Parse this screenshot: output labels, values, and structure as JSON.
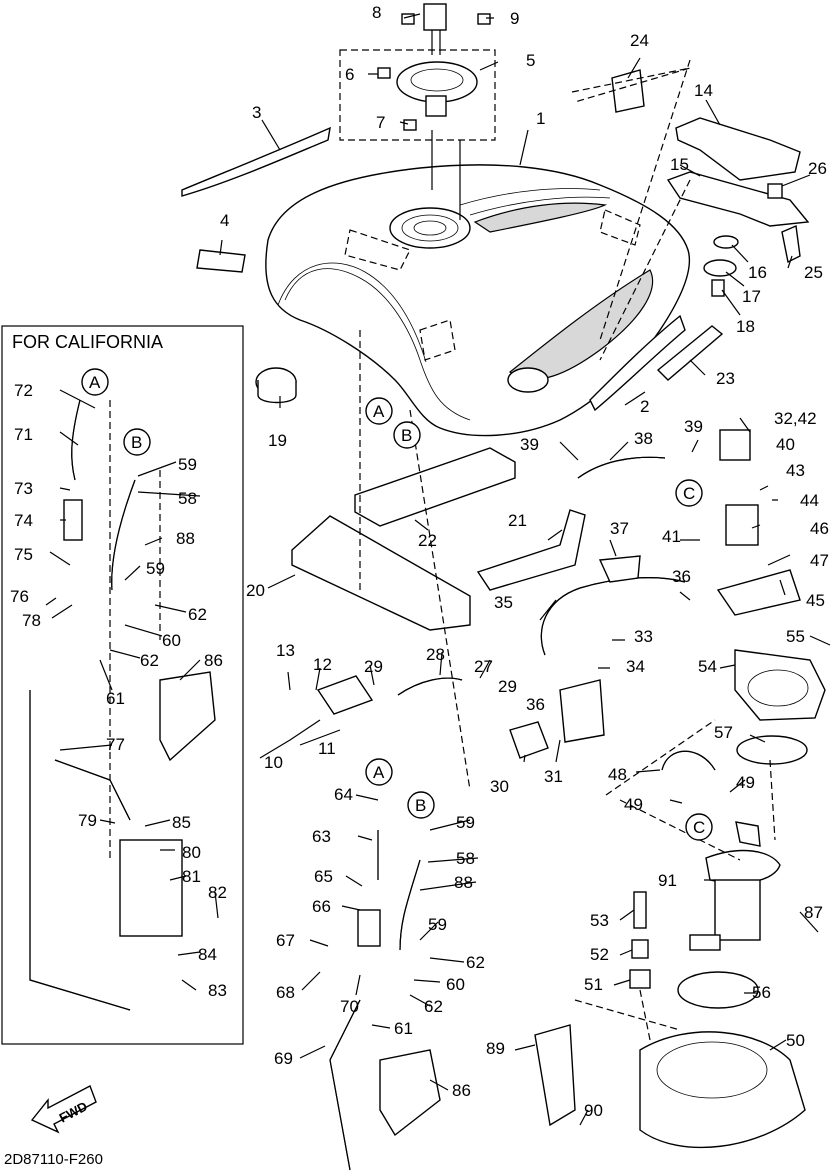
{
  "california_box": {
    "title": "FOR CALIFORNIA"
  },
  "footer": {
    "code": "2D87110-F260",
    "fwd_label": "FWD"
  },
  "circle_labels": [
    "A",
    "B",
    "A",
    "B",
    "C",
    "A",
    "B",
    "C"
  ],
  "callouts": [
    "1",
    "2",
    "3",
    "4",
    "5",
    "6",
    "7",
    "8",
    "9",
    "10",
    "11",
    "12",
    "13",
    "14",
    "15",
    "16",
    "17",
    "18",
    "19",
    "20",
    "21",
    "22",
    "23",
    "24",
    "25",
    "26",
    "27",
    "28",
    "29",
    "29",
    "30",
    "31",
    "32,42",
    "33",
    "34",
    "35",
    "36",
    "36",
    "37",
    "38",
    "39",
    "39",
    "40",
    "41",
    "43",
    "44",
    "45",
    "46",
    "47",
    "48",
    "49",
    "49",
    "50",
    "51",
    "52",
    "53",
    "54",
    "55",
    "56",
    "57",
    "58",
    "58",
    "59",
    "59",
    "59",
    "59",
    "60",
    "60",
    "61",
    "61",
    "62",
    "62",
    "62",
    "62",
    "63",
    "64",
    "65",
    "66",
    "67",
    "68",
    "69",
    "70",
    "71",
    "72",
    "73",
    "74",
    "75",
    "76",
    "77",
    "78",
    "79",
    "80",
    "81",
    "82",
    "83",
    "84",
    "85",
    "86",
    "86",
    "87",
    "88",
    "88",
    "89",
    "90",
    "91"
  ]
}
